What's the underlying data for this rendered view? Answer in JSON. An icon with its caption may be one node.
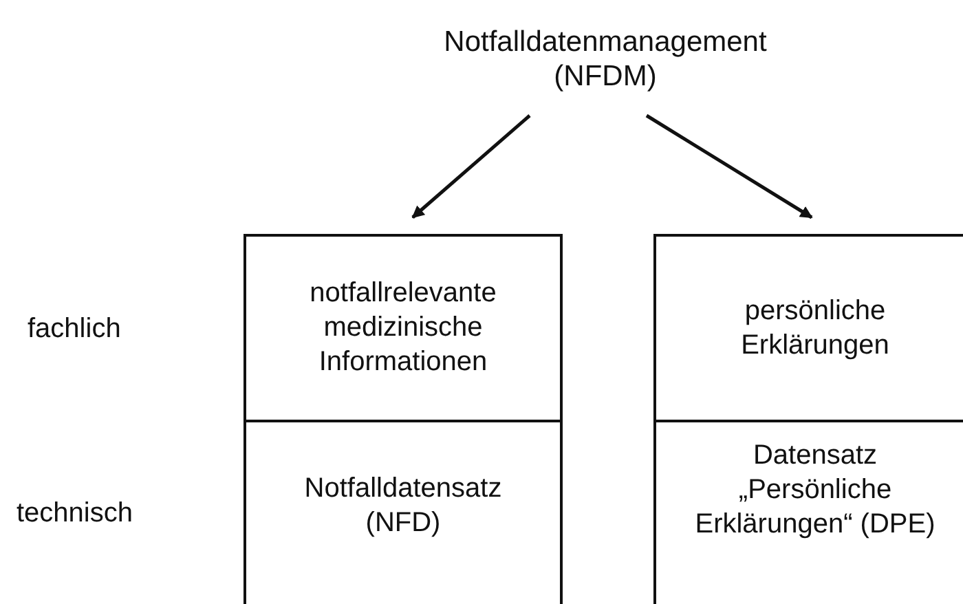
{
  "diagram": {
    "nodes": [
      {
        "text": [
          "Notfalldatenmanagement (NFDM)"
        ]
      },
      {
        "text": [
          "notfallrelevante medizinische Informationen"
        ]
      },
      {
        "text": [
          "persönliche Erklärungen"
        ]
      },
      {
        "text": [
          "Notfalldatensatz (NFD)"
        ]
      },
      {
        "text": [
          "Datensatz „Persönliche Erklärungen“ (DPE)"
        ]
      }
    ],
    "edges": [
      {
        "from": 0,
        "to": 1,
        "arrow": "to"
      },
      {
        "from": 0,
        "to": 2,
        "arrow": "to"
      }
    ],
    "labels": [
      "fachlich",
      "technisch"
    ]
  }
}
